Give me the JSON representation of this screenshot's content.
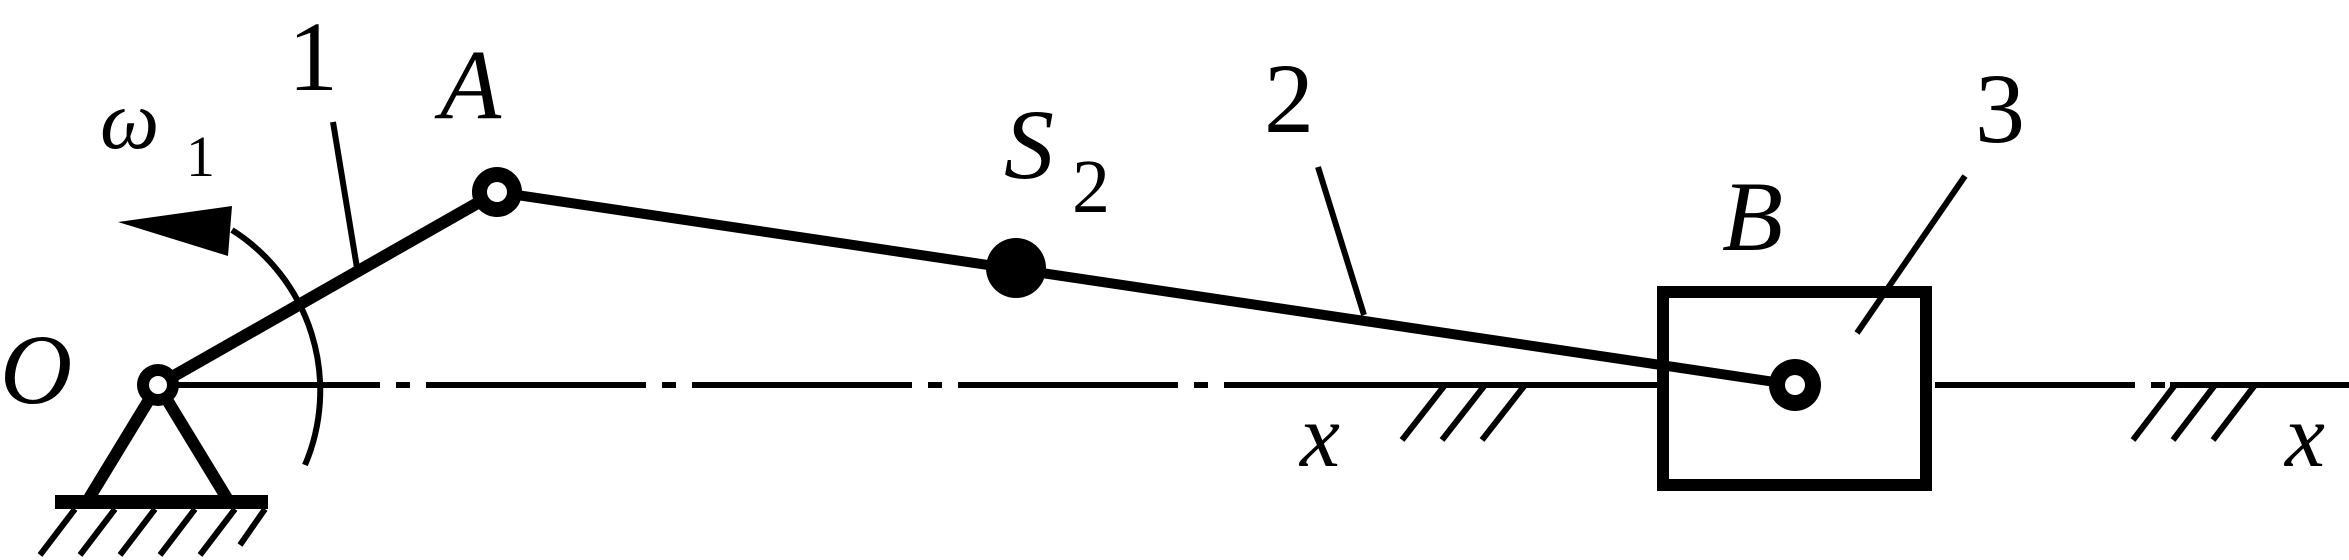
{
  "labels": {
    "omega": "ω",
    "omega_sub": "1",
    "link1": "1",
    "joint_a": "A",
    "s_main": "S",
    "s_sub": "2",
    "link2": "2",
    "link3": "3",
    "joint_b": "B",
    "origin": "O",
    "axis_left": "x",
    "axis_right": "x"
  },
  "colors": {
    "ink": "#000000",
    "background": "#ffffff"
  }
}
